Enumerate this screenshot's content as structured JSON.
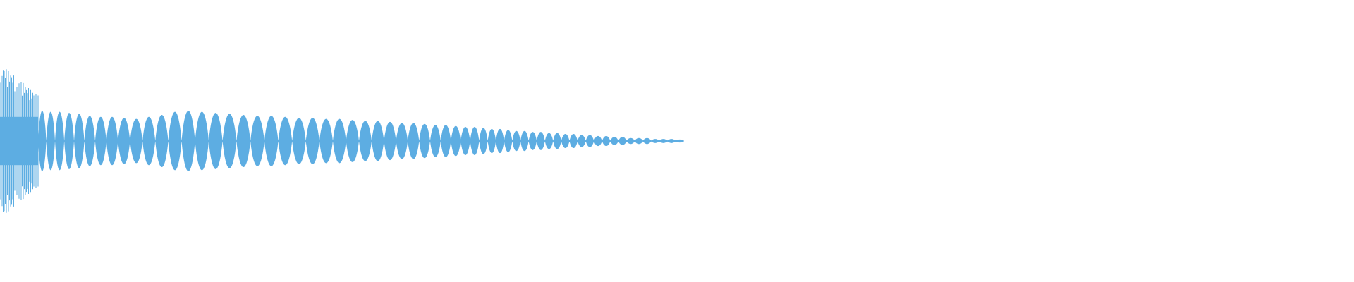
{
  "waveform": {
    "color": "#5dade2",
    "background": "#ffffff",
    "duration_fraction": 0.505,
    "bursts": [
      {
        "amp": 0.58,
        "lobes": 34
      },
      {
        "amp": 0.54,
        "lobes": 30
      },
      {
        "amp": 0.5,
        "lobes": 26
      },
      {
        "amp": 0.46,
        "lobes": 22
      },
      {
        "amp": 0.36,
        "lobes": 18
      },
      {
        "amp": 0.34,
        "lobes": 16
      }
    ],
    "lobes": [
      0.3,
      0.29,
      0.29,
      0.28,
      0.27,
      0.25,
      0.24,
      0.24,
      0.23,
      0.22,
      0.24,
      0.26,
      0.29,
      0.3,
      0.29,
      0.28,
      0.27,
      0.26,
      0.25,
      0.25,
      0.24,
      0.23,
      0.23,
      0.22,
      0.22,
      0.21,
      0.2,
      0.2,
      0.19,
      0.18,
      0.18,
      0.17,
      0.16,
      0.16,
      0.15,
      0.14,
      0.14,
      0.13,
      0.12,
      0.12,
      0.11,
      0.1,
      0.1,
      0.09,
      0.09,
      0.08,
      0.08,
      0.07,
      0.07,
      0.06,
      0.06,
      0.05,
      0.05,
      0.04,
      0.04,
      0.03,
      0.03,
      0.03,
      0.02,
      0.02,
      0.02,
      0.015
    ]
  }
}
